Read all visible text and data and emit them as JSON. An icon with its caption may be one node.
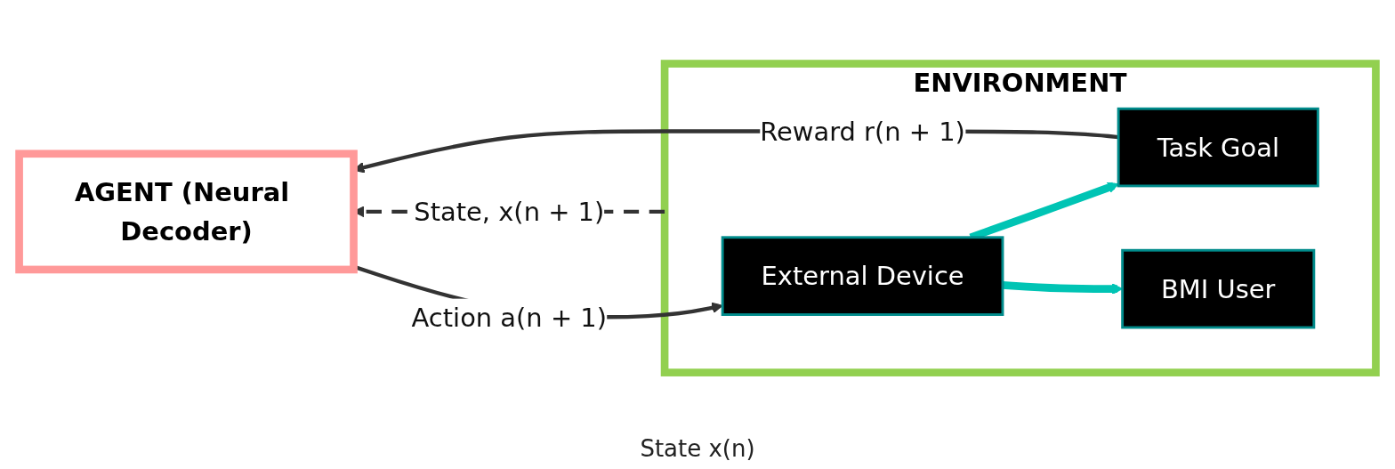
{
  "diagram": {
    "nodes": [
      {
        "text": [
          "AGENT (Neural Decoder)"
        ]
      },
      {
        "text": [
          "ENVIRONMENT"
        ]
      },
      {
        "text": [
          "External Device"
        ],
        "in": 1
      },
      {
        "text": [
          "Task Goal"
        ],
        "in": 1
      },
      {
        "text": [
          "BMI User"
        ],
        "in": 1
      }
    ],
    "edges": [
      {
        "from": 0,
        "to": 2,
        "arrow": "to",
        "label": "Action a(n + 1)"
      },
      {
        "from": 2,
        "to": 3,
        "arrow": "to",
        "style": "thick",
        "color": "#00c4b4"
      },
      {
        "from": 2,
        "to": 4,
        "arrow": "to",
        "style": "thick",
        "color": "#00c4b4"
      },
      {
        "from": 3,
        "to": 0,
        "arrow": "to",
        "label": "Reward r(n + 1)"
      },
      {
        "from": 1,
        "to": 0,
        "arrow": "to",
        "style": "dashed",
        "label": "State, x(n + 1)"
      }
    ],
    "labels": [
      "State x(n)"
    ]
  }
}
